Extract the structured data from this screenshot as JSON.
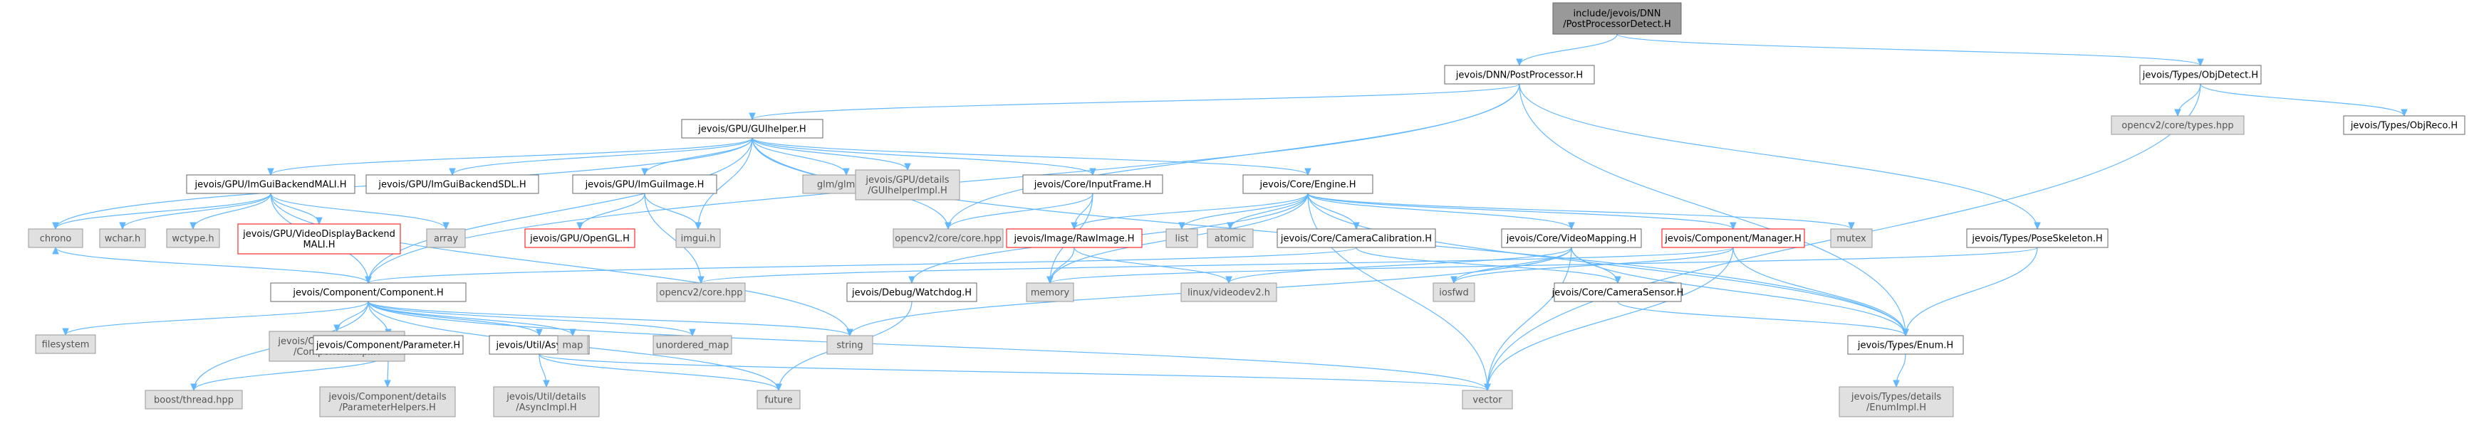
{
  "graph": {
    "colors": {
      "edge": "#63b8ff",
      "root_fill": "#999999",
      "system_fill": "#e0e0e0",
      "node_border": "#666666",
      "missing_border": "#ff0000"
    },
    "nodes": [
      {
        "id": "root",
        "kind": "root",
        "lines": [
          "include/jevois/DNN",
          "/PostProcessorDetect.H"
        ]
      },
      {
        "id": "pp",
        "kind": "normal",
        "lines": [
          "jevois/DNN/PostProcessor.H"
        ]
      },
      {
        "id": "objdetect",
        "kind": "normal",
        "lines": [
          "jevois/Types/ObjDetect.H"
        ]
      },
      {
        "id": "guihelper",
        "kind": "normal",
        "lines": [
          "jevois/GPU/GUIhelper.H"
        ]
      },
      {
        "id": "cvtypes",
        "kind": "system",
        "lines": [
          "opencv2/core/types.hpp"
        ]
      },
      {
        "id": "objreco",
        "kind": "normal",
        "lines": [
          "jevois/Types/ObjReco.H"
        ]
      },
      {
        "id": "imgui_mali",
        "kind": "normal",
        "lines": [
          "jevois/GPU/ImGuiBackendMALI.H"
        ]
      },
      {
        "id": "imgui_sdl",
        "kind": "normal",
        "lines": [
          "jevois/GPU/ImGuiBackendSDL.H"
        ]
      },
      {
        "id": "imguiimage",
        "kind": "normal",
        "lines": [
          "jevois/GPU/ImGuiImage.H"
        ]
      },
      {
        "id": "glm",
        "kind": "system",
        "lines": [
          "glm/glm.hpp"
        ]
      },
      {
        "id": "guihelperimpl",
        "kind": "system",
        "lines": [
          "jevois/GPU/details",
          "/GUIhelperImpl.H"
        ]
      },
      {
        "id": "inputframe",
        "kind": "normal",
        "lines": [
          "jevois/Core/InputFrame.H"
        ]
      },
      {
        "id": "engine",
        "kind": "normal",
        "lines": [
          "jevois/Core/Engine.H"
        ]
      },
      {
        "id": "chrono",
        "kind": "system",
        "lines": [
          "chrono"
        ]
      },
      {
        "id": "wchar",
        "kind": "system",
        "lines": [
          "wchar.h"
        ]
      },
      {
        "id": "wctype",
        "kind": "system",
        "lines": [
          "wctype.h"
        ]
      },
      {
        "id": "vdbmali",
        "kind": "missing",
        "lines": [
          "jevois/GPU/VideoDisplayBackend",
          "MALI.H"
        ]
      },
      {
        "id": "array",
        "kind": "system",
        "lines": [
          "array"
        ]
      },
      {
        "id": "opengl",
        "kind": "missing",
        "lines": [
          "jevois/GPU/OpenGL.H"
        ]
      },
      {
        "id": "imguih",
        "kind": "system",
        "lines": [
          "imgui.h"
        ]
      },
      {
        "id": "cvcorehpp",
        "kind": "system",
        "lines": [
          "opencv2/core/core.hpp"
        ]
      },
      {
        "id": "rawimage",
        "kind": "missing",
        "lines": [
          "jevois/Image/RawImage.H"
        ]
      },
      {
        "id": "list",
        "kind": "system",
        "lines": [
          "list"
        ]
      },
      {
        "id": "atomic",
        "kind": "system",
        "lines": [
          "atomic"
        ]
      },
      {
        "id": "camcal",
        "kind": "normal",
        "lines": [
          "jevois/Core/CameraCalibration.H"
        ]
      },
      {
        "id": "videomapping",
        "kind": "normal",
        "lines": [
          "jevois/Core/VideoMapping.H"
        ]
      },
      {
        "id": "compmanager",
        "kind": "missing",
        "lines": [
          "jevois/Component/Manager.H"
        ]
      },
      {
        "id": "mutex",
        "kind": "system",
        "lines": [
          "mutex"
        ]
      },
      {
        "id": "poseskeleton",
        "kind": "normal",
        "lines": [
          "jevois/Types/PoseSkeleton.H"
        ]
      },
      {
        "id": "component",
        "kind": "normal",
        "lines": [
          "jevois/Component/Component.H"
        ]
      },
      {
        "id": "cvcore",
        "kind": "system",
        "lines": [
          "opencv2/core.hpp"
        ]
      },
      {
        "id": "watchdog",
        "kind": "normal",
        "lines": [
          "jevois/Debug/Watchdog.H"
        ]
      },
      {
        "id": "memory",
        "kind": "system",
        "lines": [
          "memory"
        ]
      },
      {
        "id": "videodev2",
        "kind": "system",
        "lines": [
          "linux/videodev2.h"
        ]
      },
      {
        "id": "iosfwd",
        "kind": "system",
        "lines": [
          "iosfwd"
        ]
      },
      {
        "id": "camsensor",
        "kind": "normal",
        "lines": [
          "jevois/Core/CameraSensor.H"
        ]
      },
      {
        "id": "filesystem",
        "kind": "system",
        "lines": [
          "filesystem"
        ]
      },
      {
        "id": "compimpl",
        "kind": "system",
        "lines": [
          "jevois/Component/details",
          "/ComponentImpl.H"
        ]
      },
      {
        "id": "parameter",
        "kind": "normal",
        "lines": [
          "jevois/Component/Parameter.H"
        ]
      },
      {
        "id": "async",
        "kind": "normal",
        "lines": [
          "jevois/Util/Async.H"
        ]
      },
      {
        "id": "map",
        "kind": "system",
        "lines": [
          "map"
        ]
      },
      {
        "id": "unordered_map",
        "kind": "system",
        "lines": [
          "unordered_map"
        ]
      },
      {
        "id": "string",
        "kind": "system",
        "lines": [
          "string"
        ]
      },
      {
        "id": "enumh",
        "kind": "normal",
        "lines": [
          "jevois/Types/Enum.H"
        ]
      },
      {
        "id": "boostthread",
        "kind": "system",
        "lines": [
          "boost/thread.hpp"
        ]
      },
      {
        "id": "paramhelpers",
        "kind": "system",
        "lines": [
          "jevois/Component/details",
          "/ParameterHelpers.H"
        ]
      },
      {
        "id": "asyncimpl",
        "kind": "system",
        "lines": [
          "jevois/Util/details",
          "/AsyncImpl.H"
        ]
      },
      {
        "id": "future",
        "kind": "system",
        "lines": [
          "future"
        ]
      },
      {
        "id": "vector",
        "kind": "system",
        "lines": [
          "vector"
        ]
      },
      {
        "id": "enumimpl",
        "kind": "system",
        "lines": [
          "jevois/Types/details",
          "/EnumImpl.H"
        ]
      }
    ],
    "edges": [
      [
        "root",
        "pp"
      ],
      [
        "root",
        "objdetect"
      ],
      [
        "pp",
        "guihelper"
      ],
      [
        "pp",
        "cvcorehpp"
      ],
      [
        "pp",
        "component"
      ],
      [
        "pp",
        "poseskeleton"
      ],
      [
        "pp",
        "enumh"
      ],
      [
        "objdetect",
        "cvtypes"
      ],
      [
        "objdetect",
        "objreco"
      ],
      [
        "objdetect",
        "vector"
      ],
      [
        "guihelper",
        "imgui_mali"
      ],
      [
        "guihelper",
        "imgui_sdl"
      ],
      [
        "guihelper",
        "imguiimage"
      ],
      [
        "guihelper",
        "glm"
      ],
      [
        "guihelper",
        "guihelperimpl"
      ],
      [
        "guihelper",
        "inputframe"
      ],
      [
        "guihelper",
        "engine"
      ],
      [
        "guihelper",
        "chrono"
      ],
      [
        "guihelper",
        "imguih"
      ],
      [
        "guihelper",
        "cvcorehpp"
      ],
      [
        "guihelper",
        "component"
      ],
      [
        "guihelper",
        "enumh"
      ],
      [
        "imgui_mali",
        "chrono"
      ],
      [
        "imgui_mali",
        "wchar"
      ],
      [
        "imgui_mali",
        "wctype"
      ],
      [
        "imgui_mali",
        "vdbmali"
      ],
      [
        "imgui_mali",
        "array"
      ],
      [
        "imgui_mali",
        "component"
      ],
      [
        "imgui_mali",
        "string"
      ],
      [
        "imguiimage",
        "opengl"
      ],
      [
        "imguiimage",
        "imguih"
      ],
      [
        "imguiimage",
        "cvcore"
      ],
      [
        "inputframe",
        "rawimage"
      ],
      [
        "inputframe",
        "cvcorehpp"
      ],
      [
        "inputframe",
        "memory"
      ],
      [
        "engine",
        "rawimage"
      ],
      [
        "engine",
        "list"
      ],
      [
        "engine",
        "atomic"
      ],
      [
        "engine",
        "camcal"
      ],
      [
        "engine",
        "videomapping"
      ],
      [
        "engine",
        "compmanager"
      ],
      [
        "engine",
        "mutex"
      ],
      [
        "engine",
        "watchdog"
      ],
      [
        "engine",
        "memory"
      ],
      [
        "engine",
        "vector"
      ],
      [
        "engine",
        "enumh"
      ],
      [
        "rawimage",
        "memory"
      ],
      [
        "rawimage",
        "videodev2"
      ],
      [
        "camcal",
        "component"
      ],
      [
        "camcal",
        "camsensor"
      ],
      [
        "videomapping",
        "videodev2"
      ],
      [
        "videomapping",
        "iosfwd"
      ],
      [
        "videomapping",
        "camsensor"
      ],
      [
        "videomapping",
        "string"
      ],
      [
        "videomapping",
        "vector"
      ],
      [
        "videomapping",
        "enumh"
      ],
      [
        "compmanager",
        "cvcore"
      ],
      [
        "compmanager",
        "iosfwd"
      ],
      [
        "compmanager",
        "enumh"
      ],
      [
        "compmanager",
        "vector"
      ],
      [
        "poseskeleton",
        "memory"
      ],
      [
        "poseskeleton",
        "enumh"
      ],
      [
        "camsensor",
        "enumh"
      ],
      [
        "watchdog",
        "future"
      ],
      [
        "component",
        "chrono"
      ],
      [
        "component",
        "filesystem"
      ],
      [
        "component",
        "compimpl"
      ],
      [
        "component",
        "parameter"
      ],
      [
        "component",
        "async"
      ],
      [
        "component",
        "map"
      ],
      [
        "component",
        "unordered_map"
      ],
      [
        "component",
        "string"
      ],
      [
        "component",
        "boostthread"
      ],
      [
        "component",
        "future"
      ],
      [
        "component",
        "vector"
      ],
      [
        "parameter",
        "paramhelpers"
      ],
      [
        "parameter",
        "boostthread"
      ],
      [
        "async",
        "asyncimpl"
      ],
      [
        "async",
        "future"
      ],
      [
        "async",
        "vector"
      ],
      [
        "enumh",
        "enumimpl"
      ]
    ]
  }
}
